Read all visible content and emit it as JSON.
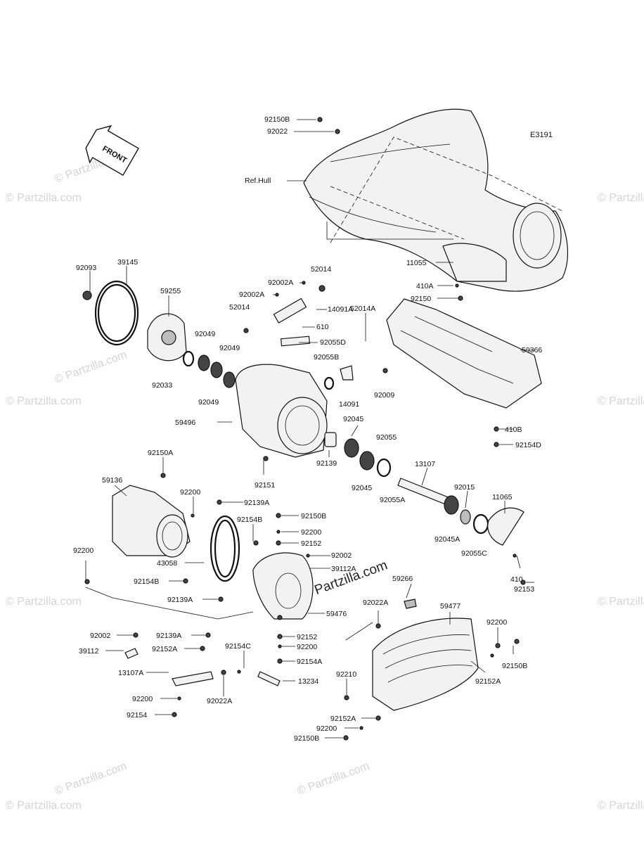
{
  "diagram": {
    "code": "E3191",
    "front_label": "FRONT",
    "ref_hull": "Ref.Hull",
    "watermark": "© Partzilla.com",
    "watermark_center": "© Partzilla.com"
  },
  "parts": {
    "p92150B_top": "92150B",
    "p92022_top": "92022",
    "p11055": "11055",
    "p410A": "410A",
    "p92150_r": "92150",
    "p92093": "92093",
    "p39145": "39145",
    "p59255": "59255",
    "p92002A_a": "92002A",
    "p92002A_b": "92002A",
    "p52014_a": "52014",
    "p52014_b": "52014",
    "p14091A": "14091A",
    "p610": "610",
    "p52014A": "52014A",
    "p92055D": "92055D",
    "p92049_a": "92049",
    "p92049_b": "92049",
    "p92049_c": "92049",
    "p92033": "92033",
    "p92055B": "92055B",
    "p14091": "14091",
    "p92009": "92009",
    "p59366": "59366",
    "p59496": "59496",
    "p92045_a": "92045",
    "p92055": "92055",
    "p410B": "410B",
    "p92154D": "92154D",
    "p92139": "92139",
    "p92045_b": "92045",
    "p92055A": "92055A",
    "p13107": "13107",
    "p92015": "92015",
    "p11065": "11065",
    "p92045A": "92045A",
    "p92055C": "92055C",
    "p410": "410",
    "p92153": "92153",
    "p92151": "92151",
    "p92150A": "92150A",
    "p59136": "59136",
    "p92200_a": "92200",
    "p92139A_a": "92139A",
    "p92150B_mid": "92150B",
    "p92154B_a": "92154B",
    "p92200_b": "92200",
    "p92152_a": "92152",
    "p92002_mid": "92002",
    "p39112A": "39112A",
    "p92200_left": "92200",
    "p43058": "43058",
    "p92154B_b": "92154B",
    "p92139A_b": "92139A",
    "p59266": "59266",
    "p59476": "59476",
    "p92022A_a": "92022A",
    "p59477": "59477",
    "p92002_low": "92002",
    "p92139A_c": "92139A",
    "p39112": "39112",
    "p92152A_a": "92152A",
    "p92152_b": "92152",
    "p92200_c": "92200",
    "p92154C": "92154C",
    "p92154A": "92154A",
    "p92200_r": "92200",
    "p92150B_r": "92150B",
    "p13107A": "13107A",
    "p13234": "13234",
    "p92210": "92210",
    "p92152A_r": "92152A",
    "p92200_d": "92200",
    "p92022A_b": "92022A",
    "p92154": "92154",
    "p92152A_b": "92152A",
    "p92200_e": "92200",
    "p92150B_bot": "92150B"
  }
}
